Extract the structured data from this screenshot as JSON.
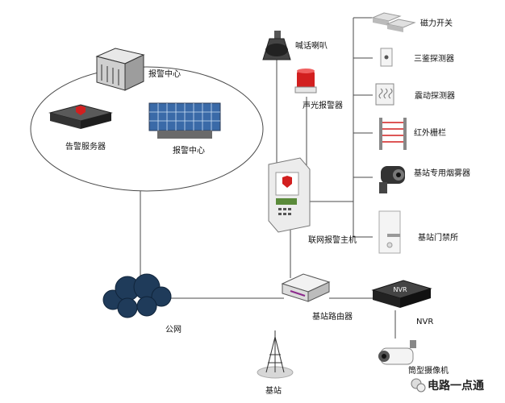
{
  "labels": {
    "alarm_center_building": "报警中心",
    "alarm_server": "告警服务器",
    "alarm_center_wall": "报警中心",
    "horn": "喊话喇叭",
    "strobe": "声光报警器",
    "magnetic_switch": "磁力开关",
    "triple_detector": "三鉴探测器",
    "vibration_detector": "震动探测器",
    "infrared_fence": "红外栅栏",
    "smoke_detector": "基站专用烟雾器",
    "door_access": "基站门禁所",
    "alarm_host": "联网报警主机",
    "router": "基站路由器",
    "nvr_device": "NVR",
    "nvr_label": "NVR",
    "camera": "筒型摄像机",
    "internet": "公网",
    "base_station": "基站"
  },
  "watermark": "电路一点通",
  "colors": {
    "line": "#4a4a4a",
    "cloud": "#1f3b5a",
    "red": "#d21f1f",
    "nvr": "#2a2a2a"
  }
}
